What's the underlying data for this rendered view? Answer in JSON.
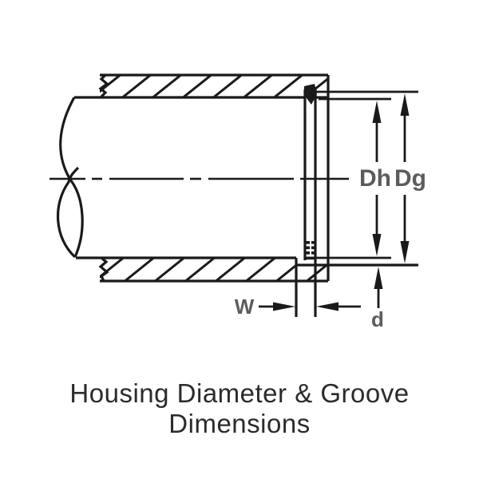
{
  "title": "Housing Diameter & Groove Dimensions",
  "labels": {
    "housing_diameter": "Dh",
    "groove_diameter": "Dg",
    "groove_width": "W",
    "groove_depth": "d"
  },
  "colors": {
    "line": "#1a1a1a",
    "dimension_label": "#5c5c5c",
    "title": "#2b2b2b",
    "background": "#ffffff"
  }
}
